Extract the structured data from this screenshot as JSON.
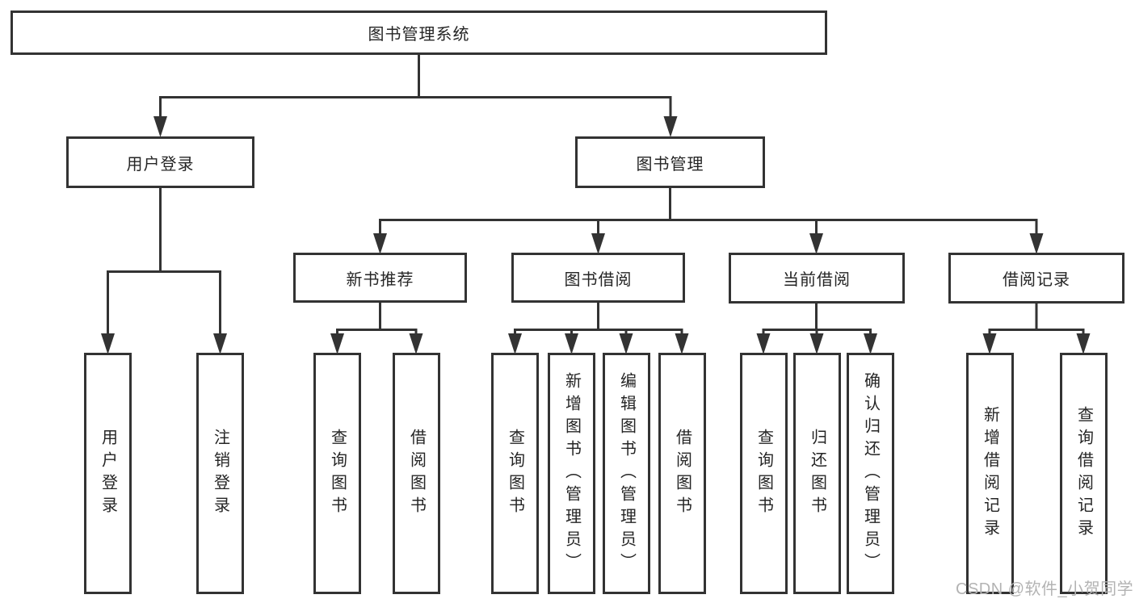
{
  "tree": {
    "label": "图书管理系统",
    "children": [
      {
        "label": "用户登录",
        "children": [
          {
            "label": "用户登录"
          },
          {
            "label": "注销登录"
          }
        ]
      },
      {
        "label": "图书管理",
        "children": [
          {
            "label": "新书推荐",
            "children": [
              {
                "label": "查询图书"
              },
              {
                "label": "借阅图书"
              }
            ]
          },
          {
            "label": "图书借阅",
            "children": [
              {
                "label": "查询图书"
              },
              {
                "label": "新增图书（管理员）"
              },
              {
                "label": "编辑图书（管理员）"
              },
              {
                "label": "借阅图书"
              }
            ]
          },
          {
            "label": "当前借阅",
            "children": [
              {
                "label": "查询图书"
              },
              {
                "label": "归还图书"
              },
              {
                "label": "确认归还（管理员）"
              }
            ]
          },
          {
            "label": "借阅记录",
            "children": [
              {
                "label": "新增借阅记录"
              },
              {
                "label": "查询借阅记录"
              }
            ]
          }
        ]
      }
    ]
  },
  "watermark": {
    "text": "CSDN @软件_小贺同学"
  },
  "colors": {
    "line": "#333333",
    "watermark": "#b3b3b3"
  }
}
